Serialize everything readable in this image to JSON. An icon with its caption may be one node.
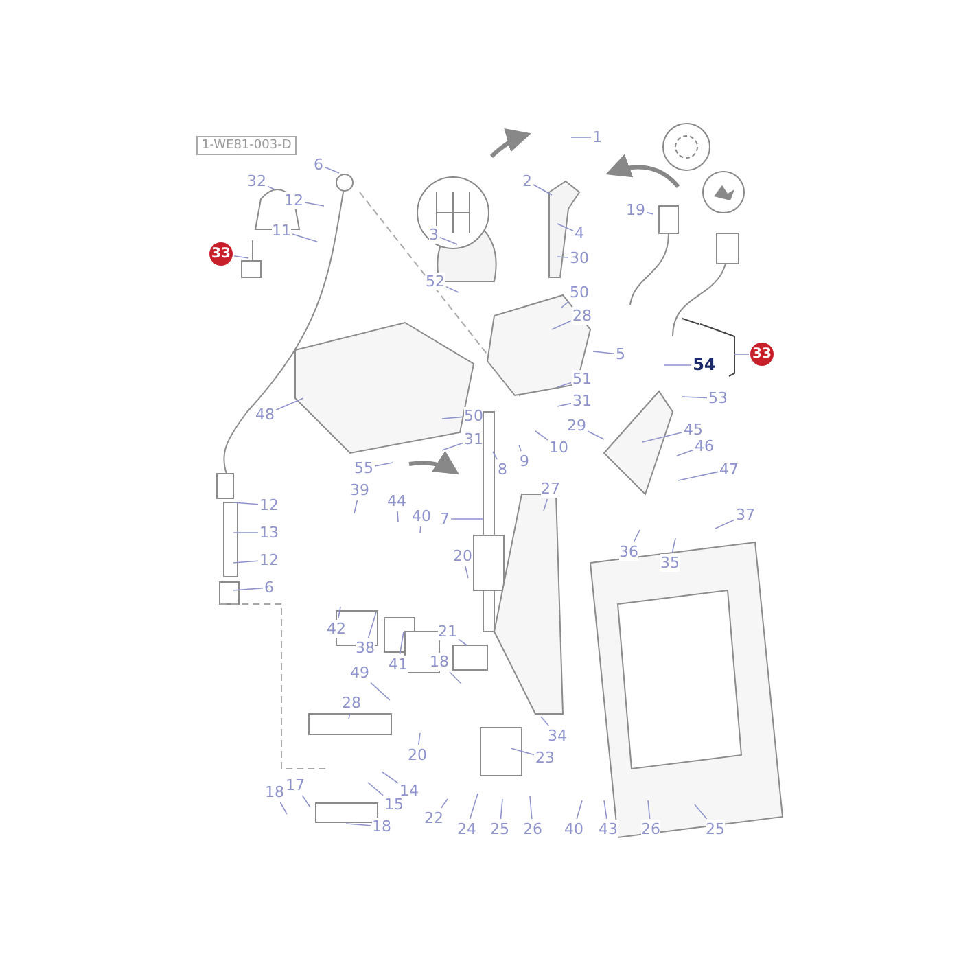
{
  "diagram": {
    "nodes": [
      {
        "text": [
          "1"
        ]
      },
      {
        "text": [
          "2"
        ]
      },
      {
        "text": [
          "6"
        ]
      },
      {
        "text": [
          "32"
        ]
      },
      {
        "text": [
          "12"
        ]
      },
      {
        "text": [
          "19"
        ]
      },
      {
        "text": [
          "11"
        ]
      },
      {
        "text": [
          "4"
        ]
      },
      {
        "text": [
          "3"
        ]
      },
      {
        "text": [
          "33"
        ]
      },
      {
        "text": [
          "30"
        ]
      },
      {
        "text": [
          "52"
        ]
      },
      {
        "text": [
          "50"
        ]
      },
      {
        "text": [
          "28"
        ]
      },
      {
        "text": [
          "5"
        ]
      },
      {
        "text": [
          "33"
        ]
      },
      {
        "text": [
          "54"
        ]
      },
      {
        "text": [
          "51"
        ]
      },
      {
        "text": [
          "53"
        ]
      },
      {
        "text": [
          "31"
        ]
      },
      {
        "text": [
          "48"
        ]
      },
      {
        "text": [
          "50"
        ]
      },
      {
        "text": [
          "45"
        ]
      },
      {
        "text": [
          "29"
        ]
      },
      {
        "text": [
          "31"
        ]
      },
      {
        "text": [
          "8"
        ]
      },
      {
        "text": [
          "9"
        ]
      },
      {
        "text": [
          "10"
        ]
      },
      {
        "text": [
          "46"
        ]
      },
      {
        "text": [
          "47"
        ]
      },
      {
        "text": [
          "55"
        ]
      },
      {
        "text": [
          "27"
        ]
      },
      {
        "text": [
          "39"
        ]
      },
      {
        "text": [
          "44"
        ]
      },
      {
        "text": [
          "40"
        ]
      },
      {
        "text": [
          "7"
        ]
      },
      {
        "text": [
          "12"
        ]
      },
      {
        "text": [
          "37"
        ]
      },
      {
        "text": [
          "13"
        ]
      },
      {
        "text": [
          "36"
        ]
      },
      {
        "text": [
          "12"
        ]
      },
      {
        "text": [
          "20"
        ]
      },
      {
        "text": [
          "35"
        ]
      },
      {
        "text": [
          "6"
        ]
      },
      {
        "text": [
          "42"
        ]
      },
      {
        "text": [
          "21"
        ]
      },
      {
        "text": [
          "38"
        ]
      },
      {
        "text": [
          "18"
        ]
      },
      {
        "text": [
          "41"
        ]
      },
      {
        "text": [
          "49"
        ]
      },
      {
        "text": [
          "28"
        ]
      },
      {
        "text": [
          "34"
        ]
      },
      {
        "text": [
          "23"
        ]
      },
      {
        "text": [
          "20"
        ]
      },
      {
        "text": [
          "17"
        ]
      },
      {
        "text": [
          "18"
        ]
      },
      {
        "text": [
          "14"
        ]
      },
      {
        "text": [
          "15"
        ]
      },
      {
        "text": [
          "22"
        ]
      },
      {
        "text": [
          "24"
        ]
      },
      {
        "text": [
          "18"
        ]
      },
      {
        "text": [
          "25"
        ]
      },
      {
        "text": [
          "26"
        ]
      },
      {
        "text": [
          "40"
        ]
      },
      {
        "text": [
          "43"
        ]
      },
      {
        "text": [
          "26"
        ]
      },
      {
        "text": [
          "25"
        ]
      },
      {
        "text": [],
        "shape": "bracket"
      }
    ],
    "edges": [
      {
        "from": 0,
        "to": null,
        "arrow": "none"
      },
      {
        "from": 1,
        "to": null,
        "arrow": "none"
      },
      {
        "from": 2,
        "to": null,
        "arrow": "none"
      },
      {
        "from": 3,
        "to": null,
        "arrow": "none"
      },
      {
        "from": 4,
        "to": null,
        "arrow": "none"
      },
      {
        "from": 5,
        "to": null,
        "arrow": "none"
      },
      {
        "from": 6,
        "to": null,
        "arrow": "none"
      },
      {
        "from": 7,
        "to": null,
        "arrow": "none"
      },
      {
        "from": 8,
        "to": null,
        "arrow": "none"
      },
      {
        "from": 9,
        "to": null,
        "arrow": "none"
      },
      {
        "from": 10,
        "to": null,
        "arrow": "none"
      },
      {
        "from": 11,
        "to": null,
        "arrow": "none"
      },
      {
        "from": 12,
        "to": null,
        "arrow": "none"
      },
      {
        "from": 13,
        "to": null,
        "arrow": "none"
      },
      {
        "from": 14,
        "to": null,
        "arrow": "none"
      },
      {
        "from": 15,
        "to": 67,
        "arrow": "none"
      },
      {
        "from": 16,
        "to": null,
        "arrow": "none"
      },
      {
        "from": 17,
        "to": null,
        "arrow": "none"
      },
      {
        "from": 18,
        "to": null,
        "arrow": "none"
      },
      {
        "from": 19,
        "to": null,
        "arrow": "none"
      },
      {
        "from": 20,
        "to": null,
        "arrow": "none"
      },
      {
        "from": 21,
        "to": null,
        "arrow": "none"
      },
      {
        "from": 22,
        "to": null,
        "arrow": "none"
      },
      {
        "from": 23,
        "to": null,
        "arrow": "none"
      },
      {
        "from": 24,
        "to": null,
        "arrow": "none"
      },
      {
        "from": 25,
        "to": null,
        "arrow": "none"
      },
      {
        "from": 26,
        "to": null,
        "arrow": "none"
      },
      {
        "from": 27,
        "to": null,
        "arrow": "none"
      },
      {
        "from": 28,
        "to": null,
        "arrow": "none"
      },
      {
        "from": 29,
        "to": null,
        "arrow": "none"
      },
      {
        "from": 30,
        "to": null,
        "arrow": "none"
      },
      {
        "from": 31,
        "to": null,
        "arrow": "none"
      },
      {
        "from": 32,
        "to": null,
        "arrow": "none"
      },
      {
        "from": 33,
        "to": null,
        "arrow": "none"
      },
      {
        "from": 34,
        "to": null,
        "arrow": "none"
      },
      {
        "from": 35,
        "to": null,
        "arrow": "none"
      },
      {
        "from": 36,
        "to": null,
        "arrow": "none"
      },
      {
        "from": 37,
        "to": null,
        "arrow": "none"
      },
      {
        "from": 38,
        "to": null,
        "arrow": "none"
      },
      {
        "from": 39,
        "to": null,
        "arrow": "none"
      },
      {
        "from": 40,
        "to": null,
        "arrow": "none"
      },
      {
        "from": 41,
        "to": null,
        "arrow": "none"
      },
      {
        "from": 42,
        "to": null,
        "arrow": "none"
      },
      {
        "from": 43,
        "to": null,
        "arrow": "none"
      },
      {
        "from": 44,
        "to": null,
        "arrow": "none"
      },
      {
        "from": 45,
        "to": null,
        "arrow": "none"
      },
      {
        "from": 46,
        "to": null,
        "arrow": "none"
      },
      {
        "from": 47,
        "to": null,
        "arrow": "none"
      },
      {
        "from": 48,
        "to": null,
        "arrow": "none"
      },
      {
        "from": 49,
        "to": null,
        "arrow": "none"
      },
      {
        "from": 50,
        "to": null,
        "arrow": "none"
      },
      {
        "from": 51,
        "to": null,
        "arrow": "none"
      },
      {
        "from": 52,
        "to": null,
        "arrow": "none"
      },
      {
        "from": 53,
        "to": null,
        "arrow": "none"
      },
      {
        "from": 54,
        "to": null,
        "arrow": "none"
      },
      {
        "from": 55,
        "to": null,
        "arrow": "none"
      },
      {
        "from": 56,
        "to": null,
        "arrow": "none"
      },
      {
        "from": 57,
        "to": null,
        "arrow": "none"
      },
      {
        "from": 58,
        "to": null,
        "arrow": "none"
      },
      {
        "from": 59,
        "to": null,
        "arrow": "none"
      },
      {
        "from": 60,
        "to": null,
        "arrow": "none"
      },
      {
        "from": 61,
        "to": null,
        "arrow": "none"
      },
      {
        "from": 62,
        "to": null,
        "arrow": "none"
      },
      {
        "from": 63,
        "to": null,
        "arrow": "none"
      },
      {
        "from": 64,
        "to": null,
        "arrow": "none"
      },
      {
        "from": 65,
        "to": null,
        "arrow": "none"
      },
      {
        "from": 66,
        "to": null,
        "arrow": "none"
      }
    ],
    "labels": [
      "1-WE81-003-D"
    ]
  }
}
